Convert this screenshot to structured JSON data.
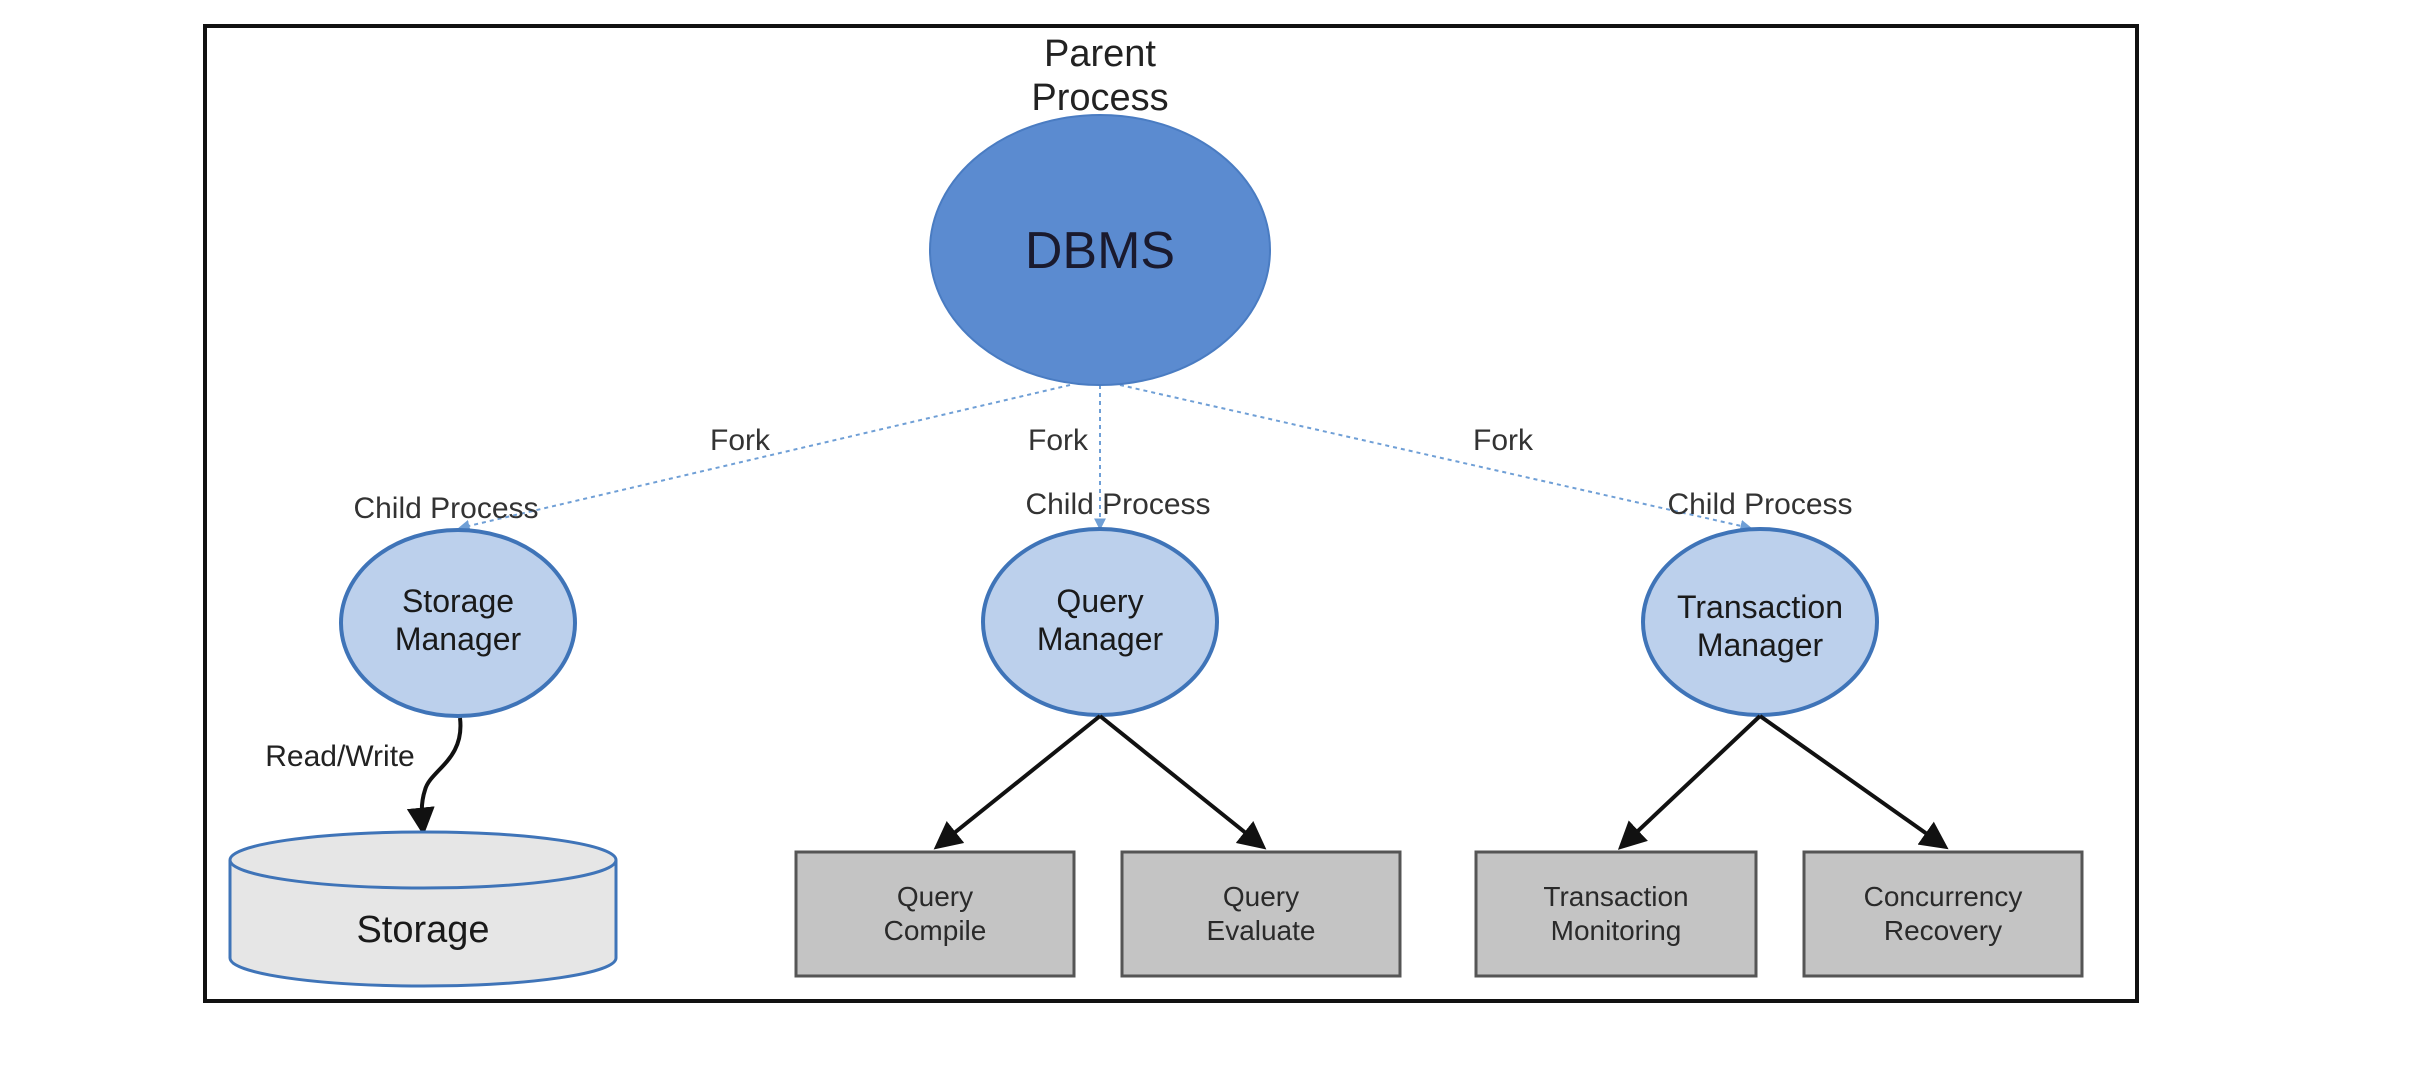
{
  "parent_process": {
    "line1": "Parent",
    "line2": "Process"
  },
  "dbms": {
    "label": "DBMS"
  },
  "fork_labels": [
    "Fork",
    "Fork",
    "Fork"
  ],
  "child_process_labels": [
    "Child Process",
    "Child Process",
    "Child Process"
  ],
  "managers": [
    {
      "line1": "Storage",
      "line2": "Manager"
    },
    {
      "line1": "Query",
      "line2": "Manager"
    },
    {
      "line1": "Transaction",
      "line2": "Manager"
    }
  ],
  "read_write": "Read/Write",
  "storage": {
    "label": "Storage"
  },
  "boxes": [
    {
      "line1": "Query",
      "line2": "Compile"
    },
    {
      "line1": "Query",
      "line2": "Evaluate"
    },
    {
      "line1": "Transaction",
      "line2": "Monitoring"
    },
    {
      "line1": "Concurrency",
      "line2": "Recovery"
    }
  ],
  "colors": {
    "dbms_fill": "#5b8bd0",
    "manager_fill": "#bcd0ec",
    "manager_stroke": "#3f74b8",
    "box_fill": "#c4c4c4",
    "storage_fill": "#e6e6e6",
    "fork_line": "#6f9fd6",
    "frame": "#111111"
  }
}
